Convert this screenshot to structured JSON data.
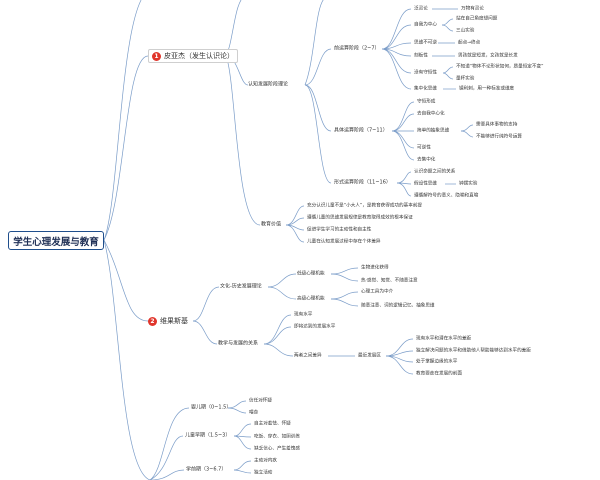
{
  "root": {
    "title": "学生心理发展与教育"
  },
  "branch_piaget": {
    "badge": "1",
    "label": "皮亚杰（发生认识论）",
    "stage_theory": {
      "label": "认知发展阶段理论",
      "preop": {
        "label": "前运算阶段（2~7）",
        "items": [
          {
            "label": "泛灵论",
            "sub": "万物有灵论"
          },
          {
            "label": "自我为中心",
            "subs": [
              "站在自己角度想问题",
              "三山实验"
            ]
          },
          {
            "label": "思维不可逆",
            "sub": "起点→终点"
          },
          {
            "label": "刻板性",
            "sub": "男孩就是短发，女孩就是长发"
          },
          {
            "label": "没有守恒性",
            "subs": [
              "不知道“物体不论形状如何，质量恒定不变”",
              "量杯实验"
            ]
          },
          {
            "label": "集中化思维",
            "sub": "镜利刺，用一种标准或维度"
          }
        ]
      },
      "concrete": {
        "label": "具体运算阶段（7~11）",
        "items": [
          {
            "label": "守恒形成"
          },
          {
            "label": "去自我中心化"
          },
          {
            "label": "简单的抽象思维",
            "subs": [
              "需要具体事物的支持",
              "不能够进行纯符号运算"
            ]
          },
          {
            "label": "可逆性"
          },
          {
            "label": "去集中化"
          }
        ]
      },
      "formal": {
        "label": "形式运算阶段（11~16）",
        "items": [
          {
            "label": "认识命题之间的关系"
          },
          {
            "label": "假设性思维",
            "sub": "钟摆实验"
          },
          {
            "label": "遵循解符号的意义、隐喻和直喻"
          }
        ]
      }
    },
    "edu_value": {
      "label": "教育价值",
      "items": [
        "充分认识儿童不是“小大人”，是教育获得成功的基本前提",
        "遵循儿童的思维发展规律是教育取得成效的根本保证",
        "促进学生学习的主动性和自主性",
        "儿童在认知发展过程中存在个体差异"
      ]
    }
  },
  "branch_vygotsky": {
    "badge": "2",
    "label": "维果斯基",
    "culture": {
      "label": "文化-历史发展理论",
      "low": {
        "label": "低级心理机能",
        "items": [
          "生物进化获得",
          "热·感觉、知觉、不随意注意"
        ]
      },
      "high": {
        "label": "高级心理机能",
        "items": [
          "心理工具为中介",
          "随意注意、词的逻辑记忆、抽象思维"
        ]
      }
    },
    "teach": {
      "label": "教学与发展的关系",
      "items": [
        "现有水平",
        "即将达到的发展水平"
      ],
      "gap": {
        "label": "两者之间差异",
        "zpd": "最近发展区",
        "items": [
          "现有水平和潜在水平的差距",
          "独立解决问题的水平和借助他人帮助能够达到水平的差距",
          "处于掌握边缘的水平",
          "教育要走在发展的前面"
        ]
      }
    }
  },
  "branch_erikson": {
    "infant": {
      "label": "婴儿期（0~1.5）",
      "items": [
        "信任对怀疑",
        "喂食"
      ]
    },
    "early": {
      "label": "儿童早期（1.5~3）",
      "items": [
        "自主对羞怯、怀疑",
        "吃饭、穿衣、如厕训练",
        "缺乏信心、产生羞愧感"
      ]
    },
    "preschool": {
      "label": "学前期（3~6.7）",
      "items": [
        "主动对内疚",
        "独立活动"
      ]
    }
  },
  "colors": {
    "root_border": "#1f4e8c",
    "badge": "#e0352b",
    "link": "#7a9cc8"
  }
}
